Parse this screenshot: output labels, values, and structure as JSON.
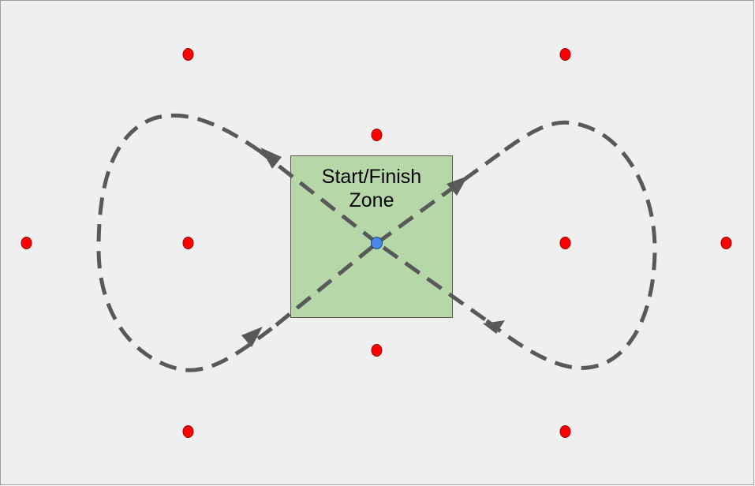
{
  "zone": {
    "label_line1": "Start/Finish",
    "label_line2": "Zone"
  },
  "colors": {
    "background": "#efefef",
    "border": "#9e9e9e",
    "zone_fill": "#b6d7a8",
    "zone_stroke": "#595959",
    "path_stroke": "#595959",
    "marker": "#ff0000",
    "marker_stroke": "#990000",
    "center_marker": "#4a86e8",
    "center_marker_stroke": "#1c4587"
  },
  "icons": {
    "marker": "red-dot",
    "center_marker": "blue-dot",
    "arrow": "arrowhead"
  }
}
